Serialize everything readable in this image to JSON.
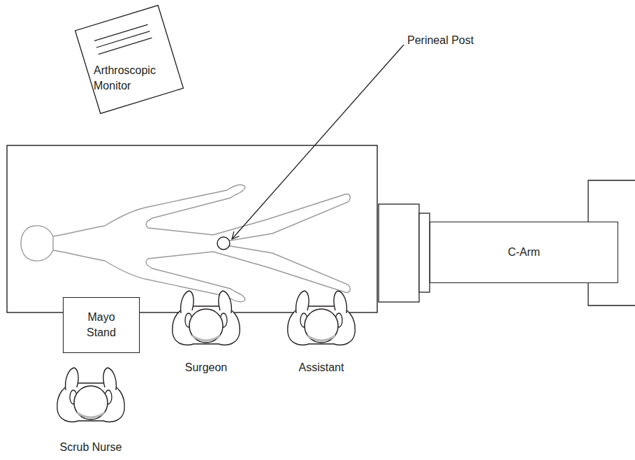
{
  "diagram": {
    "nodes": [
      {
        "text": [
          "Arthroscopic Monitor"
        ]
      },
      {
        "text": [
          "C-Arm"
        ]
      },
      {
        "text": [
          "Mayo Stand"
        ]
      }
    ],
    "labels": [
      "Perineal Post",
      "Surgeon",
      "Assistant",
      "Scrub Nurse"
    ]
  }
}
